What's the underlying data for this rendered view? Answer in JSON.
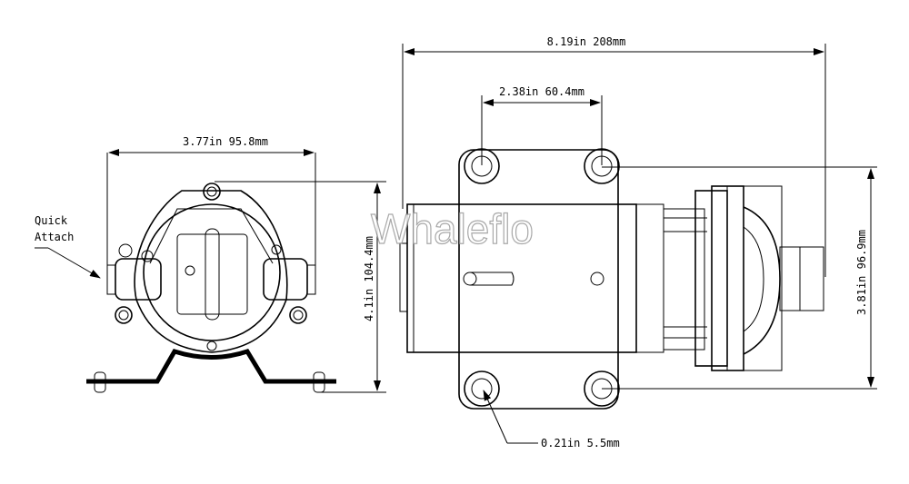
{
  "watermark": "Whaleflo",
  "front_view": {
    "width_label": "3.77in 95.8mm",
    "height_label": "4.1in 104.4mm",
    "callout_line1": "Quick",
    "callout_line2": "Attach"
  },
  "side_view": {
    "length_label": "8.19in 208mm",
    "hole_spacing_label": "2.38in 60.4mm",
    "height_label": "3.81in 96.9mm",
    "hole_diameter_label": "0.21in 5.5mm"
  }
}
